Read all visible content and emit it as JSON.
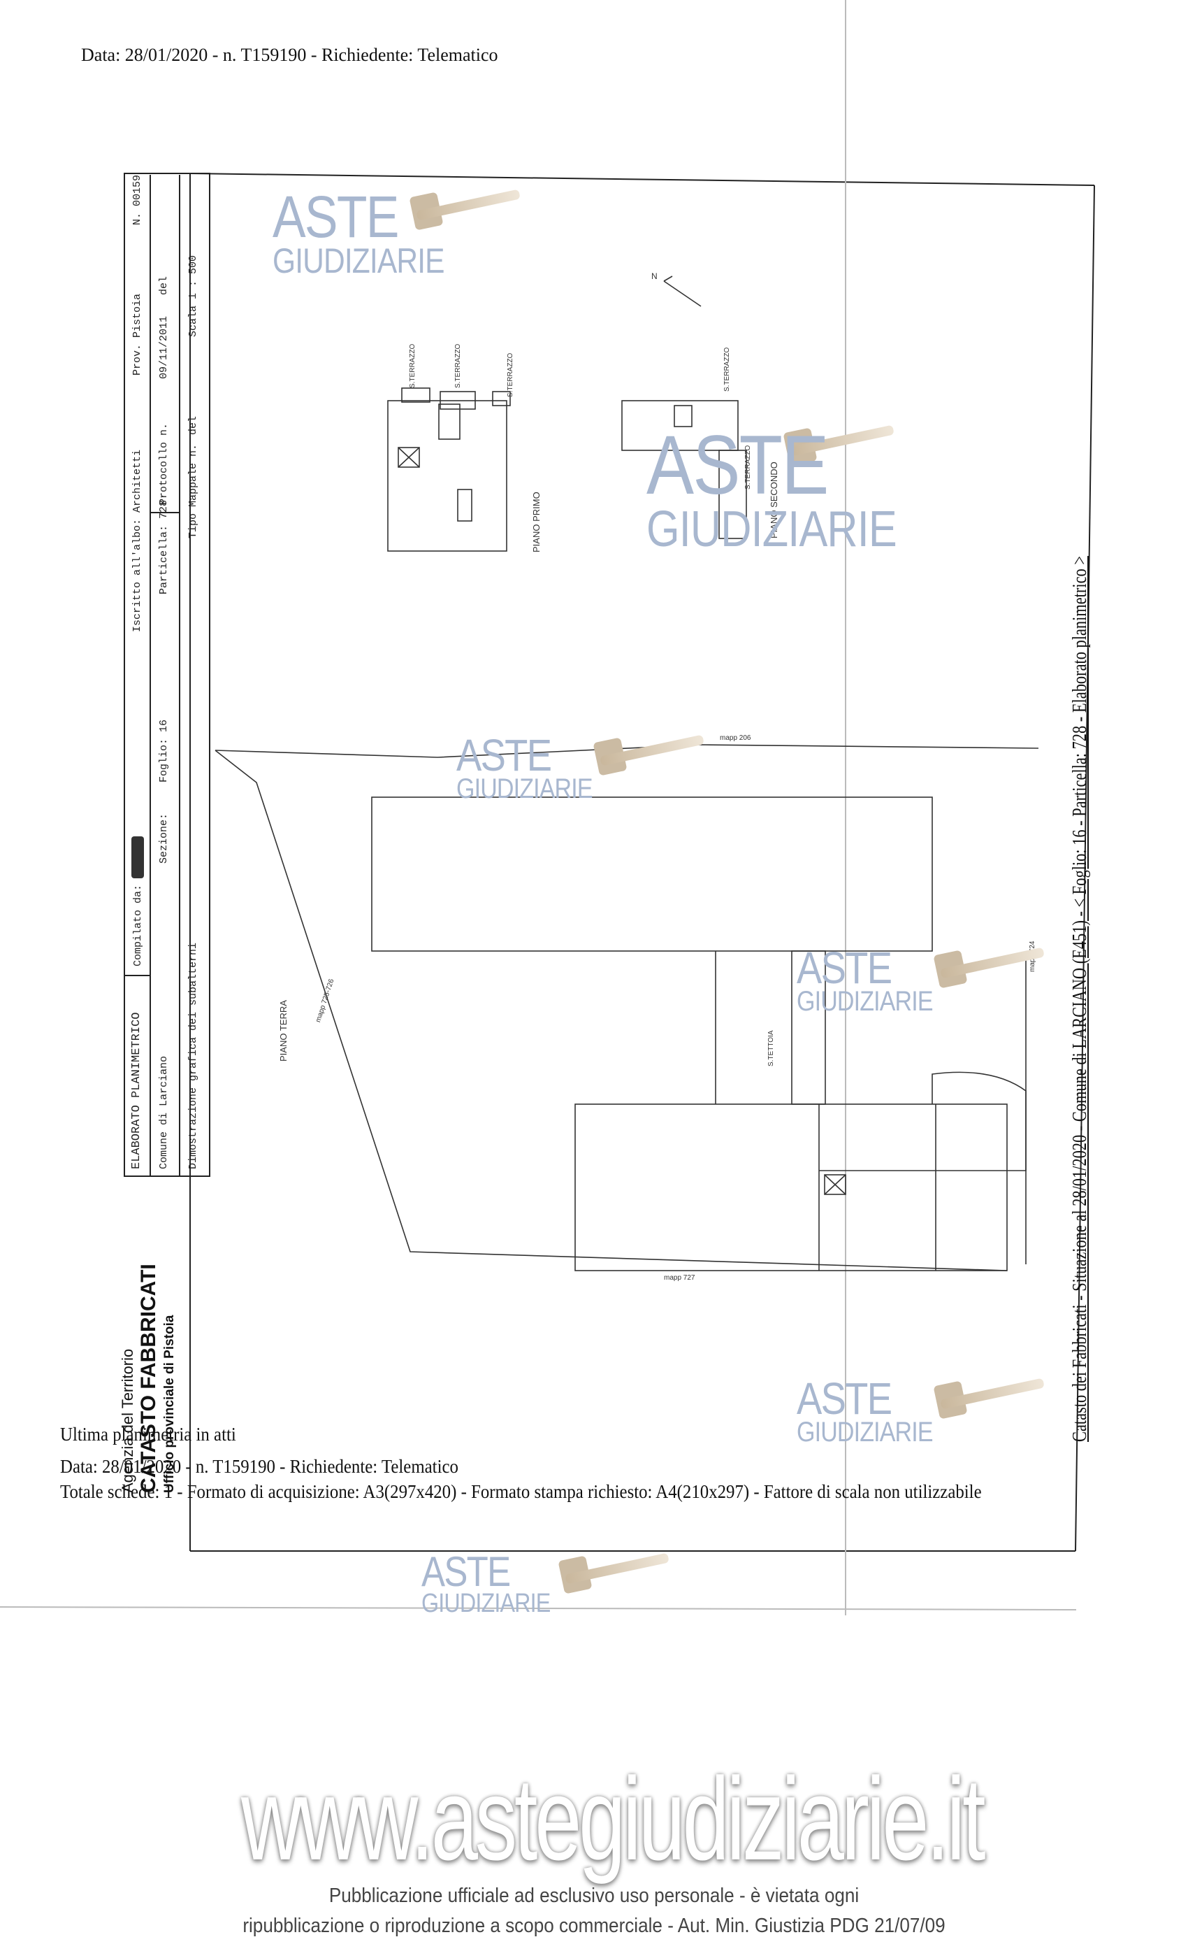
{
  "header": {
    "text": "Data: 28/01/2020 - n. T159190 - Richiedente: Telematico"
  },
  "title_block": {
    "title": "ELABORATO PLANIMETRICO",
    "compilato_label": "Compilato da:",
    "iscritto": "Iscritto all'albo: Architetti",
    "provincia": "Prov. Pistoia",
    "numero": "N. 00159",
    "comune": "Comune di Larciano",
    "sezione": "Sezione:",
    "foglio": "Foglio: 16",
    "particella": "Particella: 728",
    "protocollo": "Protocollo n.",
    "protocollo_data": "09/11/2011",
    "protocollo_del": "del",
    "dimostrazione": "Dimostrazione grafica dei subalterni",
    "tipo_mappale": "Tipo Mappale n.",
    "tipo_del": "del",
    "scala": "Scala 1 : 500"
  },
  "agency": {
    "line1": "Agenzia del Territorio",
    "line2": "CATASTO FABBRICATI",
    "line3": "Ufficio provinciale di  Pistoia"
  },
  "side_caption": "Catasto dei Fabbricati - Situazione al 28/01/2020 - Comune di LARCIANO (E451) - < Foglio: 16 - Particella: 728 - Elaborato planimetrico >",
  "plan_labels": {
    "piano_primo": "PIANO PRIMO",
    "piano_secondo": "PIANO SECONDO",
    "piano_terra": "PIANO TERRA",
    "terrazzo": "S.TERRAZZO",
    "tettoia": "S.TETTOIA",
    "mapp_206": "mapp 206",
    "mapp_727": "mapp 727",
    "mapp_724": "mapp 724",
    "mapp_left": "mapp 725-726",
    "north": "N"
  },
  "footer_lines": {
    "ultima": "Ultima planimetria in atti",
    "data": "Data: 28/01/2020 - n. T159190 - Richiedente: Telematico",
    "totale": "Totale schede: 1 - Formato di acquisizione: A3(297x420)  - Formato stampa richiesto: A4(210x297) - Fattore di scala non utilizzabile"
  },
  "watermark": {
    "aste": "ASTE",
    "giudiziarie": "GIUDIZIARIE"
  },
  "site": "www.astegiudiziarie.it",
  "disclaimer": {
    "line1": "Pubblicazione ufficiale ad esclusivo uso personale - è vietata ogni",
    "line2": "ripubblicazione o riproduzione a scopo commerciale - Aut. Min. Giustizia PDG 21/07/09"
  }
}
